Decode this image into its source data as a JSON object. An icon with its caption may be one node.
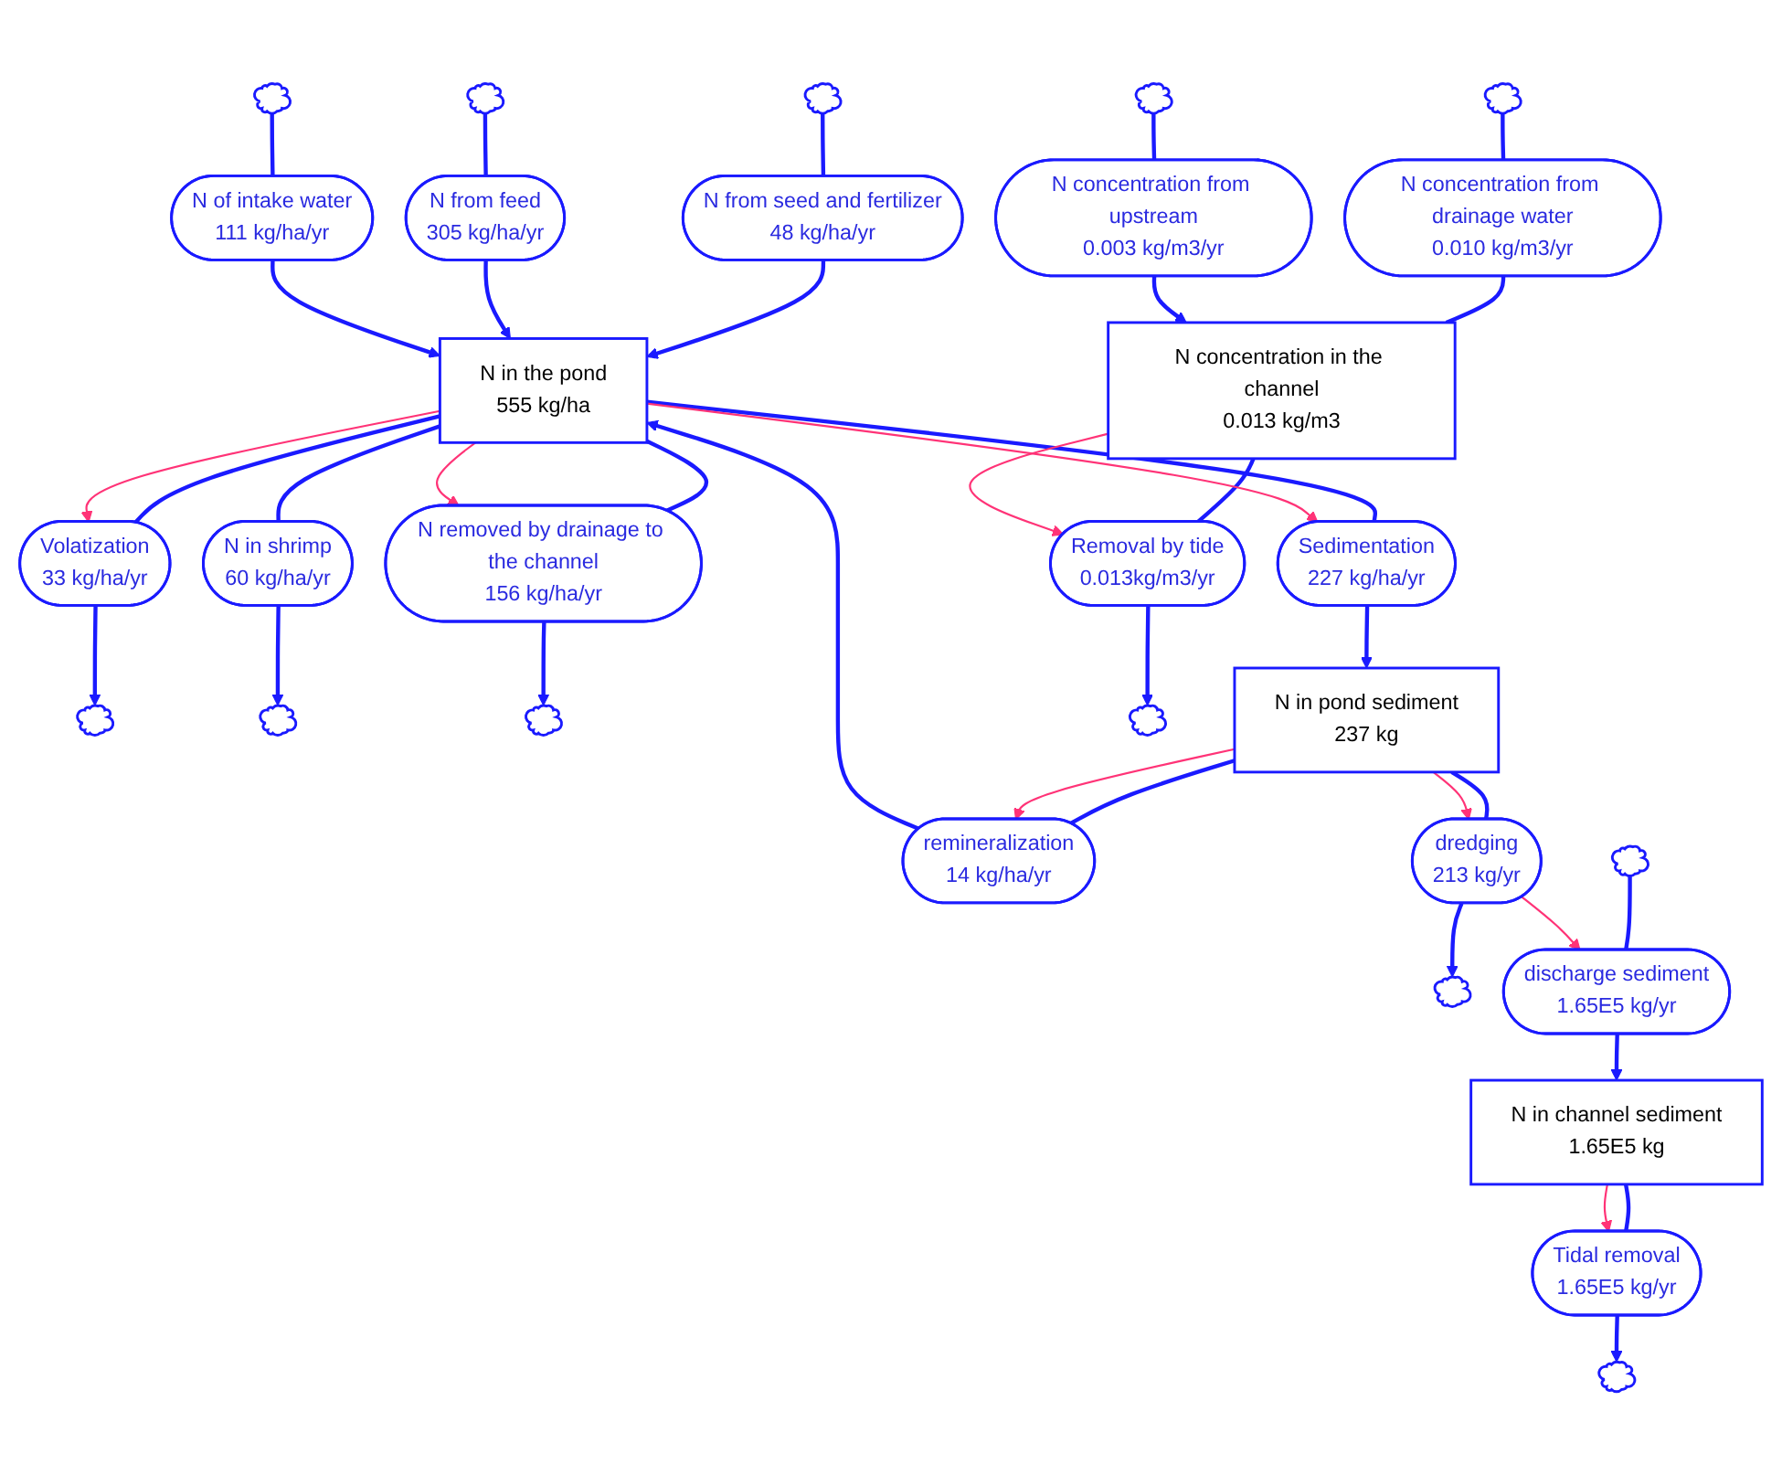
{
  "diagram": {
    "nodes": [
      {
        "text": [],
        "shape": "cloud"
      },
      {
        "text": [
          "N from seed and fertilizer",
          "48 kg/ha/yr"
        ]
      },
      {
        "text": [],
        "shape": "cloud"
      },
      {
        "text": [
          "N from feed",
          "305 kg/ha/yr"
        ]
      },
      {
        "text": [],
        "shape": "cloud"
      },
      {
        "text": [
          "N of intake water",
          "111 kg/ha/yr"
        ]
      },
      {
        "text": [
          "N in the pond",
          "555 kg/ha"
        ]
      },
      {
        "text": [
          "Volatization",
          "33 kg/ha/yr"
        ]
      },
      {
        "text": [],
        "shape": "cloud"
      },
      {
        "text": [
          "N in shrimp",
          "60 kg/ha/yr"
        ]
      },
      {
        "text": [],
        "shape": "cloud"
      },
      {
        "text": [
          "N removed by drainage to the channel",
          "156 kg/ha/yr"
        ]
      },
      {
        "text": [],
        "shape": "cloud"
      },
      {
        "text": [
          "Sedimentation",
          "227 kg/ha/yr"
        ]
      },
      {
        "text": [
          "remineralization",
          "14 kg/ha/yr"
        ]
      },
      {
        "text": [
          "N in pond sediment",
          "237 kg"
        ]
      },
      {
        "text": [
          "dredging",
          "213 kg/yr"
        ]
      },
      {
        "text": [],
        "shape": "cloud"
      },
      {
        "text": [],
        "shape": "cloud"
      },
      {
        "text": [
          "Removal by tide",
          "0.013kg/m3/yr"
        ]
      },
      {
        "text": [
          "N concentration in the channel",
          "0.013 kg/m3"
        ]
      },
      {
        "text": [
          "N concentration from drainage water",
          "0.010 kg/m3/yr"
        ]
      },
      {
        "text": [],
        "shape": "cloud"
      },
      {
        "text": [
          "N concentration from upstream",
          "0.003 kg/m3/yr"
        ]
      },
      {
        "text": [],
        "shape": "cloud"
      },
      {
        "text": [],
        "shape": "cloud"
      },
      {
        "text": [
          "discharge sediment",
          "1.65E5 kg/yr"
        ]
      },
      {
        "text": [
          "N in channel sediment",
          "1.65E5 kg"
        ]
      },
      {
        "text": [
          "Tidal removal",
          "1.65E5 kg/yr"
        ]
      },
      {
        "text": [],
        "shape": "cloud"
      }
    ],
    "edges": [
      {
        "from": 0,
        "to": 1,
        "arrow": "none"
      },
      {
        "from": 1,
        "to": 6,
        "arrow": "to"
      },
      {
        "from": 2,
        "to": 3,
        "arrow": "none"
      },
      {
        "from": 3,
        "to": 6,
        "arrow": "to"
      },
      {
        "from": 4,
        "to": 5,
        "arrow": "none"
      },
      {
        "from": 5,
        "to": 6,
        "arrow": "to"
      },
      {
        "from": 6,
        "to": 7,
        "arrow": "none"
      },
      {
        "from": 7,
        "to": 8,
        "arrow": "to"
      },
      {
        "from": 6,
        "to": 9,
        "arrow": "none"
      },
      {
        "from": 9,
        "to": 10,
        "arrow": "to"
      },
      {
        "from": 6,
        "to": 11,
        "arrow": "none"
      },
      {
        "from": 11,
        "to": 12,
        "arrow": "to"
      },
      {
        "from": 6,
        "to": 13,
        "arrow": "none"
      },
      {
        "from": 13,
        "to": 15,
        "arrow": "to"
      },
      {
        "from": 15,
        "to": 14,
        "arrow": "none"
      },
      {
        "from": 14,
        "to": 6,
        "arrow": "to"
      },
      {
        "from": 15,
        "to": 16,
        "arrow": "none"
      },
      {
        "from": 16,
        "to": 17,
        "arrow": "to"
      },
      {
        "from": 20,
        "to": 19,
        "arrow": "none"
      },
      {
        "from": 19,
        "to": 18,
        "arrow": "to"
      },
      {
        "from": 22,
        "to": 21,
        "arrow": "none"
      },
      {
        "from": 21,
        "to": 20,
        "arrow": "none"
      },
      {
        "from": 24,
        "to": 23,
        "arrow": "none"
      },
      {
        "from": 23,
        "to": 20,
        "arrow": "to"
      },
      {
        "from": 25,
        "to": 26,
        "arrow": "none"
      },
      {
        "from": 26,
        "to": 27,
        "arrow": "to"
      },
      {
        "from": 27,
        "to": 28,
        "arrow": "none"
      },
      {
        "from": 28,
        "to": 29,
        "arrow": "to"
      },
      {
        "from": 6,
        "to": 7,
        "arrow": "to",
        "color": "#ff3377"
      },
      {
        "from": 6,
        "to": 11,
        "arrow": "to",
        "color": "#ff3377"
      },
      {
        "from": 6,
        "to": 13,
        "arrow": "to",
        "color": "#ff3377"
      },
      {
        "from": 15,
        "to": 14,
        "arrow": "to",
        "color": "#ff3377"
      },
      {
        "from": 15,
        "to": 16,
        "arrow": "to",
        "color": "#ff3377"
      },
      {
        "from": 16,
        "to": 26,
        "arrow": "to",
        "color": "#ff3377"
      },
      {
        "from": 20,
        "to": 19,
        "arrow": "to",
        "color": "#ff3377"
      },
      {
        "from": 27,
        "to": 28,
        "arrow": "to",
        "color": "#ff3377"
      }
    ]
  }
}
